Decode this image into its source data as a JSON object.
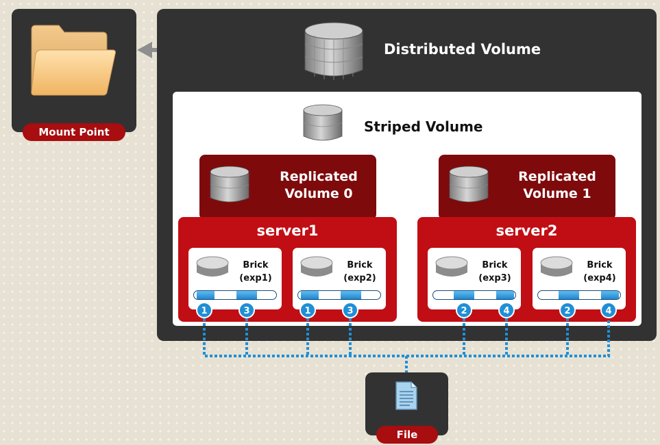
{
  "mount_point": {
    "label": "Mount Point",
    "icon": "folder-icon"
  },
  "distributed": {
    "label": "Distributed Volume",
    "icon": "database-icon"
  },
  "striped": {
    "label": "Striped Volume",
    "icon": "database-icon"
  },
  "replicated": [
    {
      "label_line1": "Replicated",
      "label_line2": "Volume 0"
    },
    {
      "label_line1": "Replicated",
      "label_line2": "Volume 1"
    }
  ],
  "servers": [
    {
      "name": "server1",
      "bricks": [
        {
          "line1": "Brick",
          "line2": "(exp1)",
          "badges": [
            "1",
            "3"
          ]
        },
        {
          "line1": "Brick",
          "line2": "(exp2)",
          "badges": [
            "1",
            "3"
          ]
        }
      ]
    },
    {
      "name": "server2",
      "bricks": [
        {
          "line1": "Brick",
          "line2": "(exp3)",
          "badges": [
            "2",
            "4"
          ]
        },
        {
          "line1": "Brick",
          "line2": "(exp4)",
          "badges": [
            "2",
            "4"
          ]
        }
      ]
    }
  ],
  "file": {
    "label": "File",
    "icon": "document-icon"
  },
  "colors": {
    "dark_panel": "#323232",
    "server_red": "#c10e14",
    "replicated_dark_red": "#7e0a0c",
    "badge_blue": "#1f8fd6",
    "connector_blue": "#1f8fd6"
  }
}
